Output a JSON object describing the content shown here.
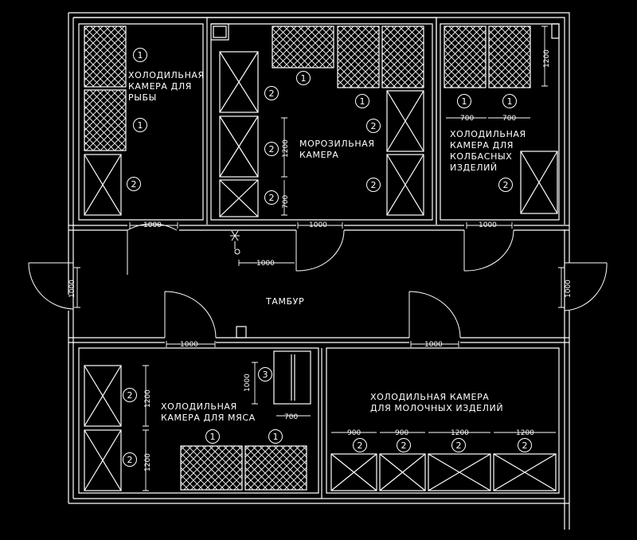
{
  "colors": {
    "background": "#000000",
    "lines": "#ffffff"
  },
  "rooms": {
    "fish": {
      "label_lines": [
        "ХОЛОДИЛЬНАЯ",
        "КАМЕРА ДЛЯ",
        "РЫБЫ"
      ]
    },
    "freezer": {
      "label_lines": [
        "МОРОЗИЛЬНАЯ",
        "КАМЕРА"
      ]
    },
    "sausage": {
      "label_lines": [
        "ХОЛОДИЛЬНАЯ",
        "КАМЕРА ДЛЯ",
        "КОЛБАСНЫХ",
        "ИЗДЕЛИЙ"
      ]
    },
    "vestibule": {
      "label": "ТАМБУР"
    },
    "meat": {
      "label_lines": [
        "ХОЛОДИЛЬНАЯ",
        "КАМЕРА ДЛЯ МЯСА"
      ]
    },
    "dairy": {
      "label_lines": [
        "ХОЛОДИЛЬНАЯ КАМЕРА",
        "ДЛЯ МОЛОЧНЫХ ИЗДЕЛИЙ"
      ]
    }
  },
  "equipment_marks": {
    "one": "1",
    "two": "2",
    "three": "3"
  },
  "dimensions": {
    "d1000": "1000",
    "d1200": "1200",
    "d900": "900",
    "d700": "700"
  }
}
